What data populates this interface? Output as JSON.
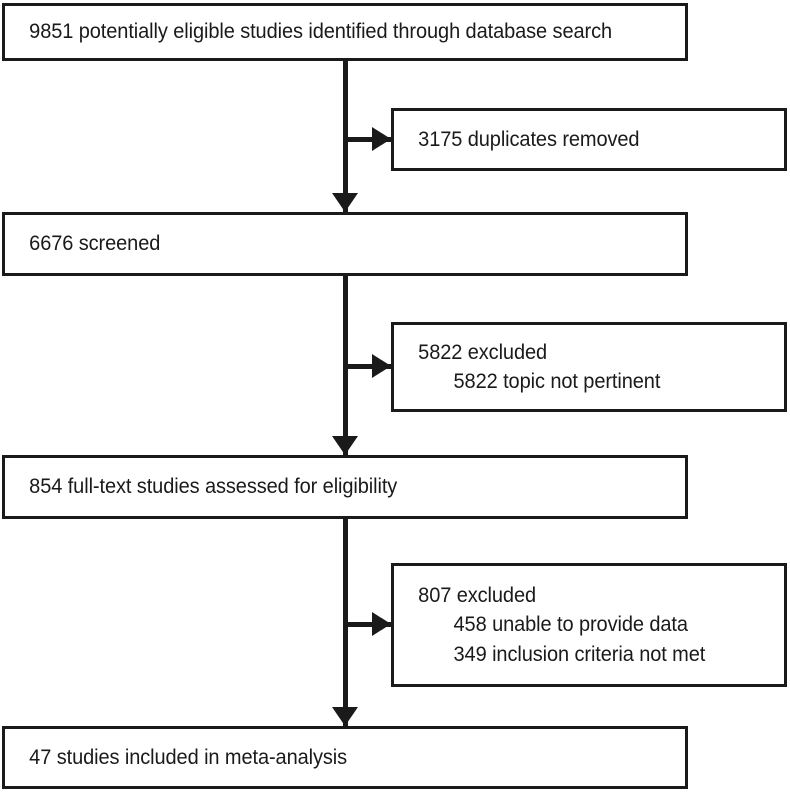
{
  "diagram": {
    "type": "prisma-flow-diagram",
    "colors": {
      "stroke": "#1a1a1a",
      "fill": "#ffffff",
      "text": "#1a1a1a"
    },
    "nodes": {
      "identified": {
        "lines": [
          "9851 potentially eligible studies identified through database search"
        ]
      },
      "duplicates": {
        "lines": [
          "3175 duplicates removed"
        ]
      },
      "screened": {
        "lines": [
          "6676 screened"
        ]
      },
      "excluded_screening": {
        "primary": "5822 excluded",
        "reasons": [
          "5822 topic not pertinent"
        ]
      },
      "fulltext": {
        "lines": [
          "854 full-text studies assessed for eligibility"
        ]
      },
      "excluded_fulltext": {
        "primary": "807 excluded",
        "reasons": [
          "458 unable to provide data",
          "349 inclusion criteria not met"
        ]
      },
      "included": {
        "lines": [
          "47 studies included in meta-analysis"
        ]
      }
    },
    "counts": {
      "identified": 9851,
      "duplicates_removed": 3175,
      "screened": 6676,
      "excluded_at_screening": 5822,
      "topic_not_pertinent": 5822,
      "fulltext_assessed": 854,
      "excluded_at_fulltext": 807,
      "unable_to_provide_data": 458,
      "inclusion_criteria_not_met": 349,
      "included_in_meta_analysis": 47
    }
  }
}
